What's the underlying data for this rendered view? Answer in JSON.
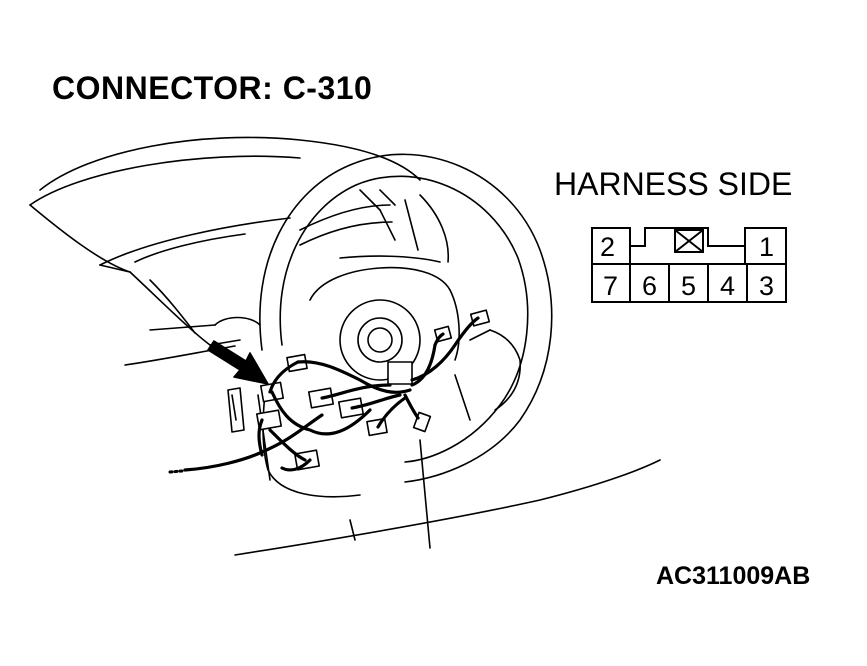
{
  "title": "CONNECTOR: C-310",
  "harness_label": "HARNESS SIDE",
  "figure_code": "AC311009AB",
  "connector": {
    "top_row": [
      "2",
      "",
      "",
      "",
      "1"
    ],
    "bottom_row": [
      "7",
      "6",
      "5",
      "4",
      "3"
    ]
  }
}
